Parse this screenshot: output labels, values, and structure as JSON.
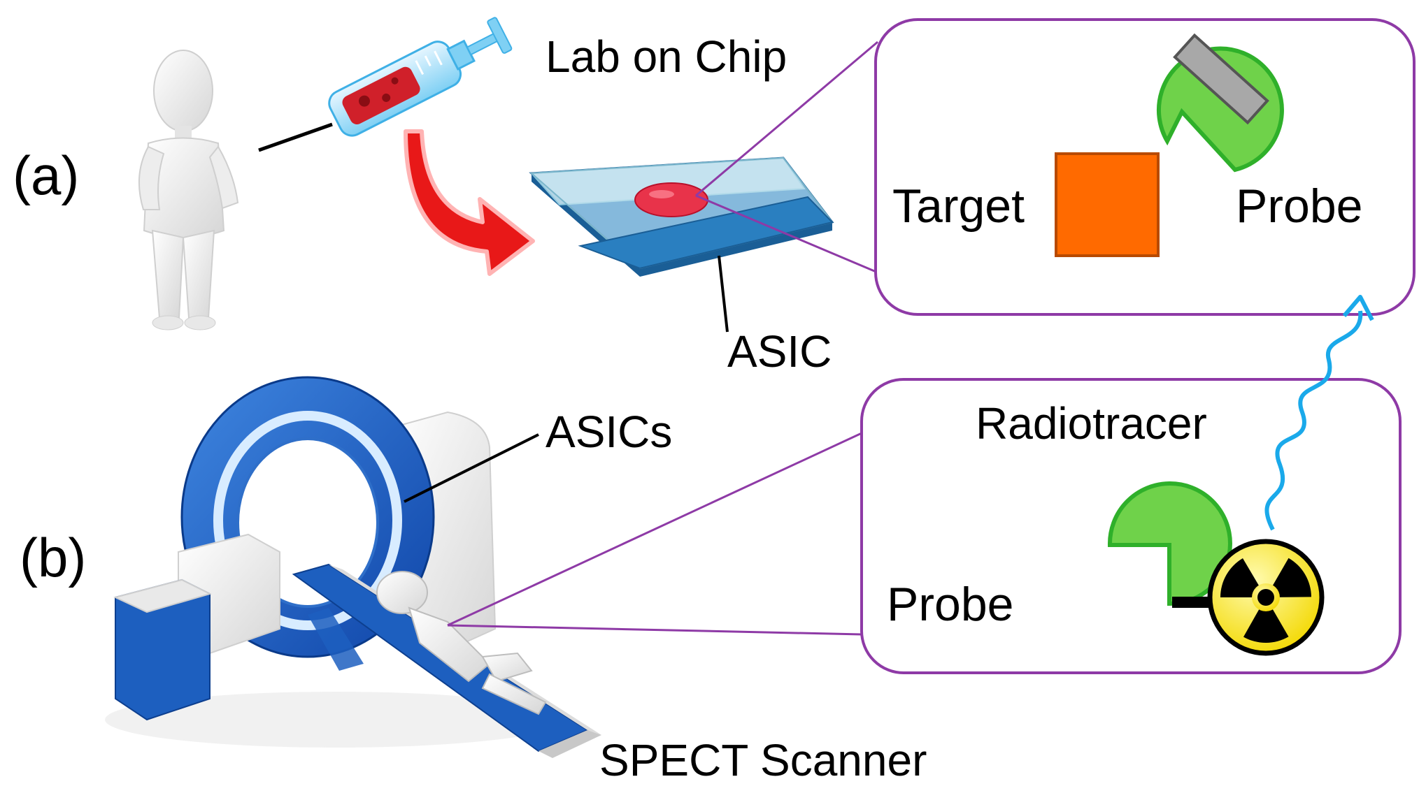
{
  "panel_a": {
    "label": "(a)",
    "lab_on_chip": "Lab on Chip",
    "asic": "ASIC",
    "inset": {
      "target": "Target",
      "probe": "Probe"
    }
  },
  "panel_b": {
    "label": "(b)",
    "asics": "ASICs",
    "scanner": "SPECT Scanner",
    "inset": {
      "radiotracer": "Radiotracer",
      "probe": "Probe"
    }
  },
  "colors": {
    "inset_border": "#8e3aa6",
    "target": "#ff6a00",
    "probe": "#6fd24a",
    "probe_stroke": "#2fb02a",
    "chip_glass": "#cfeaf3",
    "chip_base": "#2a7fc0",
    "sample_drop": "#e8334a",
    "arrow_red": "#e81818",
    "scanner_blue": "#1d5fbf",
    "gamma_wave": "#1aa9ea",
    "radiation_yellow": "#ffeb1a",
    "probe_plate_gray": "#a8a8a8"
  },
  "icons": [
    "person-figure",
    "syringe-icon",
    "curved-arrow",
    "chip-icon",
    "scanner-icon",
    "radiation-icon",
    "gamma-wave-icon"
  ]
}
